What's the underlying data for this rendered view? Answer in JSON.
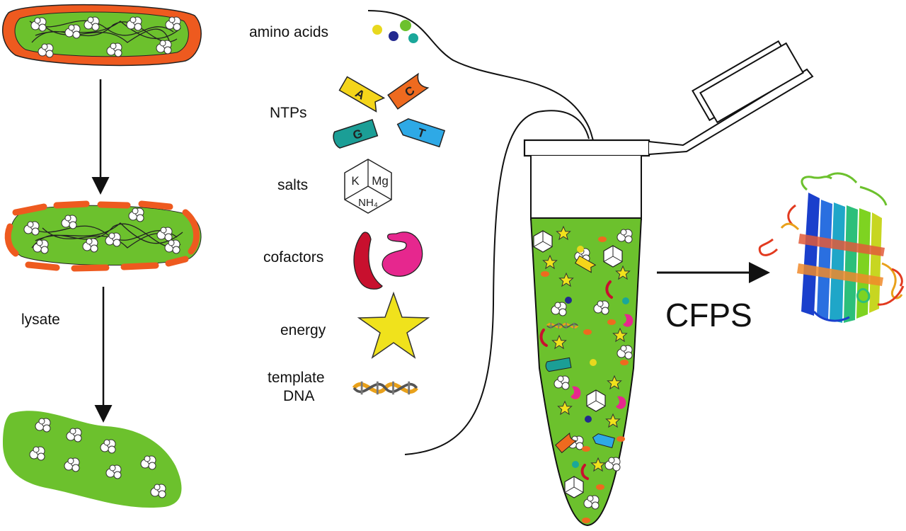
{
  "labels": {
    "lysate": "lysate",
    "amino_acids": "amino acids",
    "ntps": "NTPs",
    "salts": "salts",
    "cofactors": "cofactors",
    "energy": "energy",
    "template_line1": "template",
    "template_line2": "DNA",
    "cfps": "CFPS"
  },
  "ntp_letters": {
    "a": "A",
    "c": "C",
    "g": "G",
    "t": "T"
  },
  "salt_symbols": {
    "k": "K",
    "mg": "Mg",
    "nh4": "NH₄"
  },
  "colors": {
    "cell_green": "#6cc12d",
    "membrane_orange": "#ee5a1f",
    "amino_yellow": "#e8d81e",
    "amino_green": "#6cc12d",
    "amino_navy": "#22298f",
    "amino_teal": "#1aa79a",
    "ntp_a": "#f4d51a",
    "ntp_c": "#ee6a1f",
    "ntp_g": "#1b9e96",
    "ntp_t": "#2ea9e6",
    "cofactor_red": "#c8102e",
    "cofactor_pink": "#e6278e",
    "star_yellow": "#f0e21c",
    "dna_orange": "#e9a11b"
  }
}
